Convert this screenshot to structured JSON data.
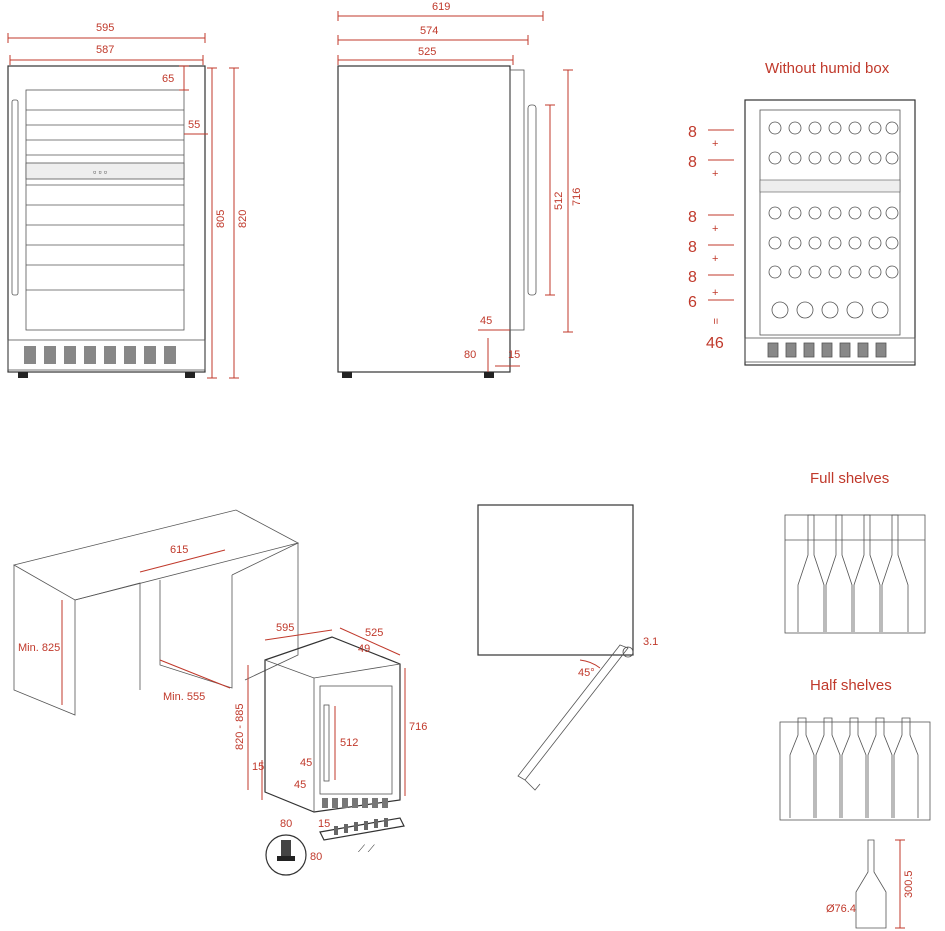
{
  "front": {
    "w595": "595",
    "w587": "587",
    "h65": "65",
    "h55": "55",
    "h805": "805",
    "h820": "820"
  },
  "side": {
    "d619": "619",
    "d574": "574",
    "d525": "525",
    "h512": "512",
    "h716": "716",
    "g45": "45",
    "f80": "80",
    "f15": "15"
  },
  "layout": {
    "title": "Without humid box",
    "counts": [
      "8",
      "8",
      "8",
      "8",
      "8",
      "6"
    ],
    "plus": "+",
    "equals": "=",
    "total": "46"
  },
  "install": {
    "d615": "615",
    "min825": "Min. 825",
    "min555": "Min. 555",
    "w595": "595",
    "w525": "525",
    "w49": "49",
    "h716": "716",
    "h512": "512",
    "h820_885": "820 - 885",
    "h15": "15",
    "g45a": "45",
    "g45b": "45",
    "f80a": "80",
    "f15": "15",
    "f80b": "80"
  },
  "door": {
    "angle": "45°",
    "gap": "3.1"
  },
  "shelves": {
    "full_title": "Full shelves",
    "half_title": "Half shelves"
  },
  "bottle": {
    "diameter": "Ø76.4",
    "height": "300.5"
  },
  "colors": {
    "accent": "#c0392b",
    "ink": "#333333"
  }
}
